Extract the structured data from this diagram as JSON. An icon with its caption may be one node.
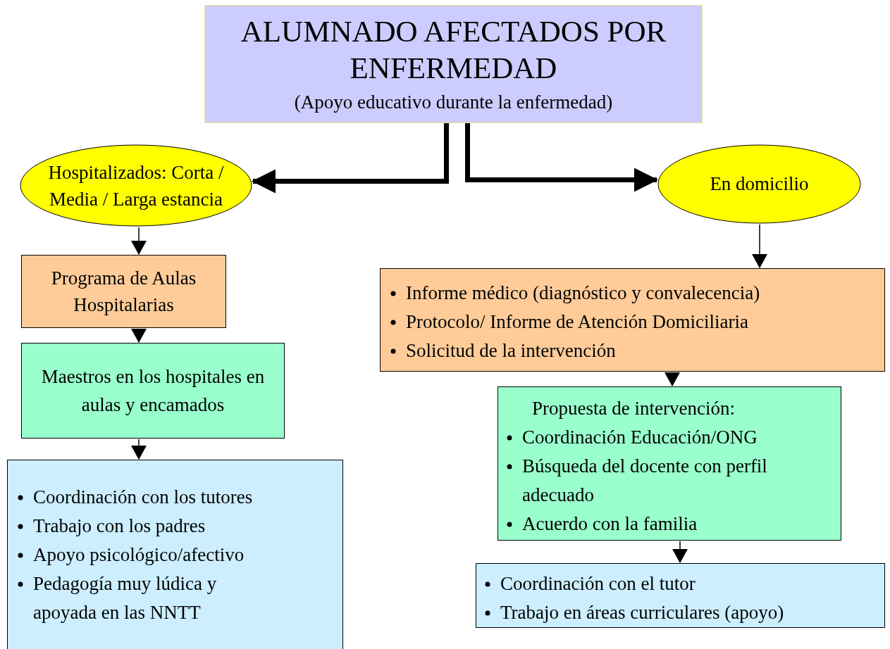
{
  "diagram": {
    "nodes": [
      {
        "text": [
          "ALUMNADO AFECTADOS POR ENFERMEDAD",
          "(Apoyo educativo durante la enfermedad)"
        ]
      },
      {
        "text": [
          "Hospitalizados: Corta / Media / Larga estancia"
        ]
      },
      {
        "text": [
          "En domicilio"
        ]
      },
      {
        "text": [
          "Programa de Aulas Hospitalarias"
        ]
      },
      {
        "text": [
          "Maestros en los hospitales en aulas y encamados"
        ]
      },
      {
        "text": [
          "Coordinación con los tutores",
          "Trabajo con los padres",
          "Apoyo psicológico/afectivo",
          "Pedagogía muy lúdica y apoyada en las NNTT"
        ]
      },
      {
        "text": [
          "Informe médico (diagnóstico y convalecencia)",
          "Protocolo/ Informe de Atención Domiciliaria",
          "Solicitud de la intervención"
        ]
      },
      {
        "text": [
          "Propuesta de intervención:",
          "Coordinación Educación/ONG",
          "Búsqueda del docente con perfil adecuado",
          "Acuerdo con la familia"
        ]
      },
      {
        "text": [
          "Coordinación con el tutor",
          "Trabajo en áreas curriculares (apoyo)"
        ]
      }
    ],
    "edges": [
      {
        "from": 0,
        "to": 1,
        "arrow": "to",
        "style": "thick"
      },
      {
        "from": 0,
        "to": 2,
        "arrow": "to",
        "style": "thick"
      },
      {
        "from": 1,
        "to": 3,
        "arrow": "to"
      },
      {
        "from": 3,
        "to": 4,
        "arrow": "to"
      },
      {
        "from": 4,
        "to": 5,
        "arrow": "to"
      },
      {
        "from": 2,
        "to": 6,
        "arrow": "to"
      },
      {
        "from": 6,
        "to": 7,
        "arrow": "to"
      },
      {
        "from": 7,
        "to": 8,
        "arrow": "to"
      }
    ]
  }
}
